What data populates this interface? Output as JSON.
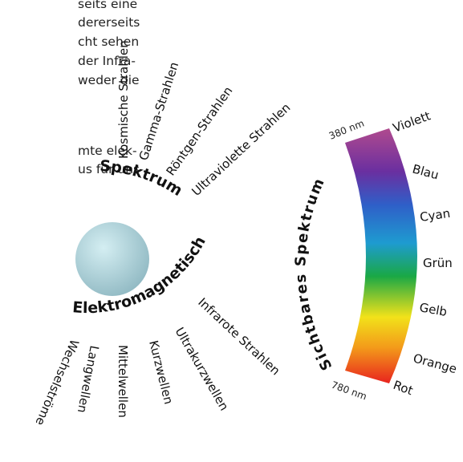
{
  "paragraph_fragments": [
    {
      "text": "seits eine"
    },
    {
      "text": "dererseits"
    },
    {
      "text": "cht sehen"
    },
    {
      "text": "der Infra-"
    },
    {
      "text": "weder die"
    },
    {
      "text": "mte elek-"
    },
    {
      "text": "us für uns"
    }
  ],
  "spectrum_title": {
    "part1": "Elektromagnetisches",
    "part2": "Spektrum"
  },
  "upper_rays": [
    {
      "label": "Kosmische Strahlen"
    },
    {
      "label": "Gamma-Strahlen"
    },
    {
      "label": "Röntgen-Strahlen"
    },
    {
      "label": "Ultraviolette Strahlen"
    }
  ],
  "lower_rays": [
    {
      "label": "Infrarote Strahlen"
    },
    {
      "label": "Ultrakurzwellen"
    },
    {
      "label": "Kurzwellen"
    },
    {
      "label": "Mittelwellen"
    },
    {
      "label": "Langwellen"
    },
    {
      "label": "Wechselströme"
    }
  ],
  "visible": {
    "title": "Sichtbares Spektrum",
    "nm_top": "380 nm",
    "nm_bottom": "780 nm",
    "colors": [
      {
        "label": "Violett"
      },
      {
        "label": "Blau"
      },
      {
        "label": "Cyan"
      },
      {
        "label": "Grün"
      },
      {
        "label": "Gelb"
      },
      {
        "label": "Orange"
      },
      {
        "label": "Rot"
      }
    ]
  },
  "colors": {
    "sphere_light": "#d4eef2",
    "sphere_dark": "#8fb8c2",
    "violet": "#b04a8e",
    "purple": "#6a2fa0",
    "blue": "#2f5fc8",
    "cyan": "#1e9bd0",
    "green": "#1aa845",
    "yellow": "#f2e21a",
    "orange": "#f39a1a",
    "red": "#e8231e"
  }
}
